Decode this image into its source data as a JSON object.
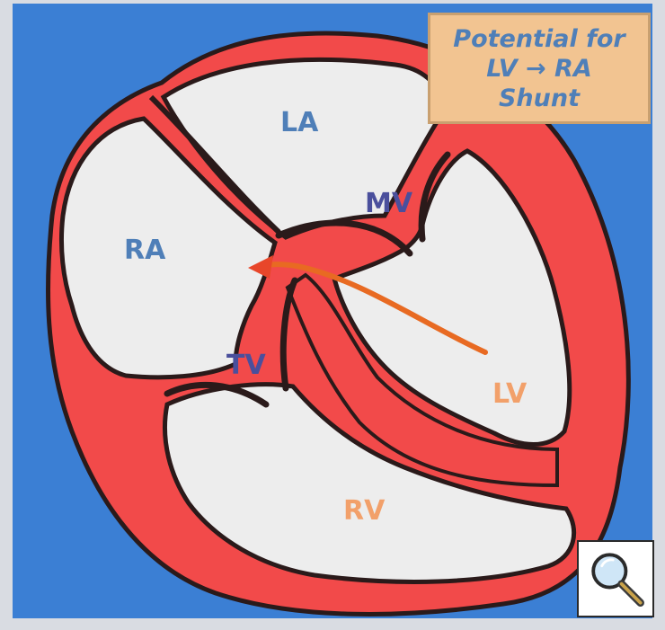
{
  "callout": {
    "line1": "Potential for",
    "line2": "LV → RA",
    "line3": "Shunt"
  },
  "chambers": {
    "la": "LA",
    "ra": "RA",
    "lv": "LV",
    "rv": "RV"
  },
  "valves": {
    "mv": "MV",
    "tv": "TV"
  },
  "colors": {
    "background_blue": "#3b7fd4",
    "myocardium_red": "#f24a4a",
    "chamber_gray": "#ededed",
    "outline_dark": "#2a1a1a",
    "shunt_arrow": "#e86a22",
    "callout_bg": "#f2c491",
    "callout_text": "#4f7fb8"
  },
  "icons": {
    "zoom": "magnifier-icon"
  }
}
